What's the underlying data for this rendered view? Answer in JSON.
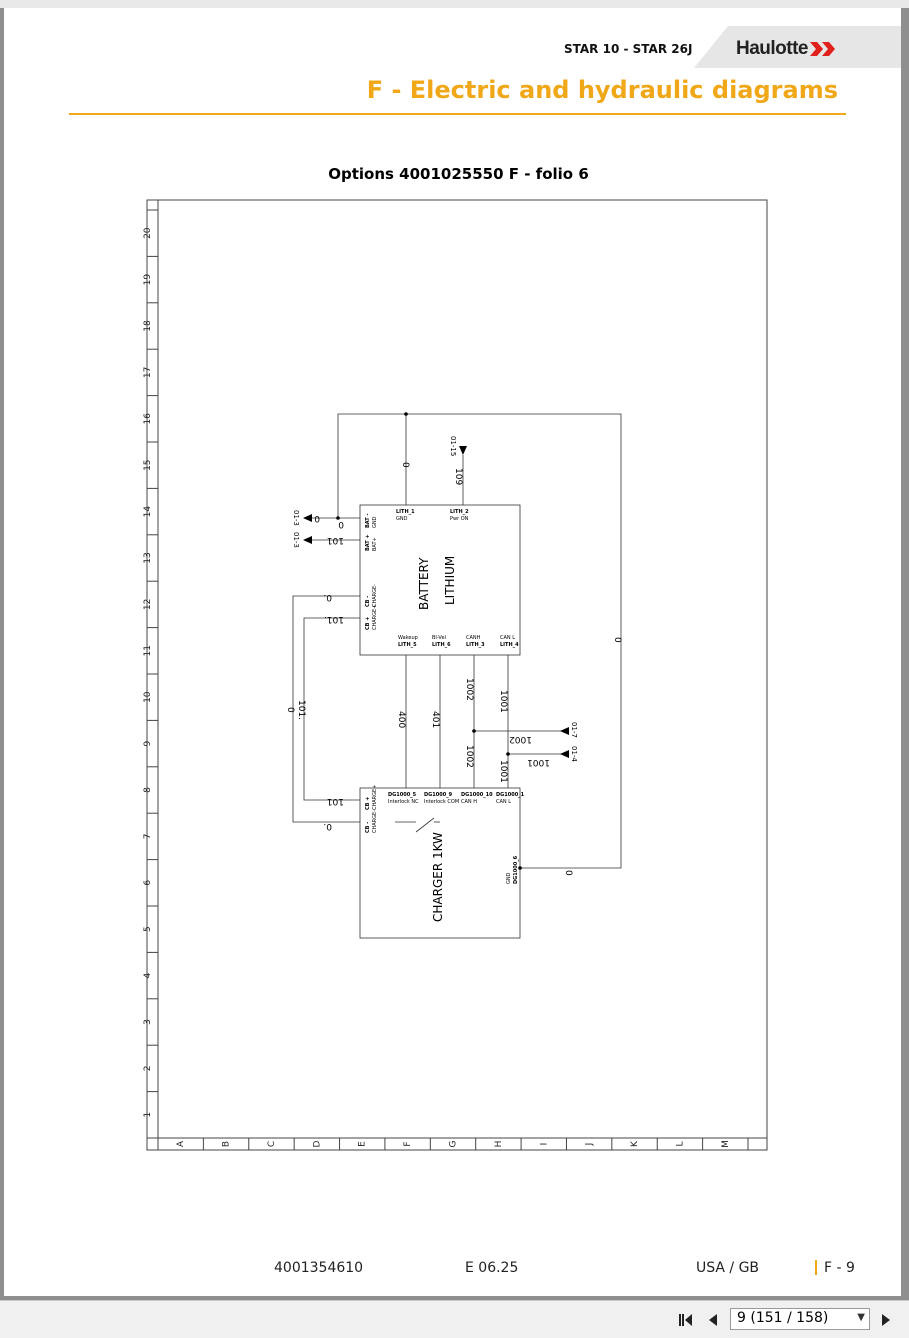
{
  "header": {
    "model": "STAR 10 - STAR 26J",
    "logo_text": "Haulotte",
    "section_title": "F - Electric and hydraulic diagrams"
  },
  "diagram_title": "Options 4001025550 F - folio 6",
  "diagram": {
    "rows": [
      "20",
      "19",
      "18",
      "17",
      "16",
      "15",
      "14",
      "13",
      "12",
      "11",
      "10",
      "9",
      "8",
      "7",
      "6",
      "5",
      "4",
      "3",
      "2",
      "1"
    ],
    "cols": [
      "A",
      "B",
      "C",
      "D",
      "E",
      "F",
      "G",
      "H",
      "I",
      "J",
      "K",
      "L",
      "M"
    ],
    "battery_label_1": "BATTERY",
    "battery_label_2": "LITHIUM",
    "charger_label": "CHARGER 1KW",
    "bat_pins": [
      {
        "id": "LITH_1",
        "sub": "GND"
      },
      {
        "id": "LITH_2",
        "sub": "Pwr ON"
      },
      {
        "id": "LITH_5",
        "sub": "Wakeup"
      },
      {
        "id": "LITH_6",
        "sub": "BI-Vel"
      },
      {
        "id": "LITH_3",
        "sub": "CANH"
      },
      {
        "id": "LITH_4",
        "sub": "CAN L"
      },
      {
        "id": "BAT -",
        "sub": "GND"
      },
      {
        "id": "BAT +",
        "sub": "BAT+"
      },
      {
        "id": "CB -",
        "sub": "CHARGE-"
      },
      {
        "id": "CB +",
        "sub": "CHARGE+"
      }
    ],
    "chg_pins": [
      {
        "id": "DG1000_5",
        "sub": "Interlock NC"
      },
      {
        "id": "DG1000_9",
        "sub": "Interlock COM"
      },
      {
        "id": "DG1000_10",
        "sub": "CAN H"
      },
      {
        "id": "DG1000_1",
        "sub": "CAN L"
      },
      {
        "id": "CB +",
        "sub": "CHARGE+"
      },
      {
        "id": "CB -",
        "sub": "CHARGE-"
      },
      {
        "id": "DG1000_6",
        "sub": "GND"
      }
    ],
    "wires": {
      "w0": "0",
      "w109": "109",
      "w101": "101",
      "w400": "400",
      "w401": "401",
      "w1002": "1002",
      "w1001": "1001",
      "w0dot": "0.",
      "w101dot": "101."
    },
    "refs": {
      "r0115": "01-15",
      "r013a": "01-3",
      "r013b": "01-3",
      "r017": "01-7",
      "r014": "01-4"
    }
  },
  "footer": {
    "doc_number": "4001354610",
    "edition": "E 06.25",
    "region": "USA / GB",
    "page": "F - 9"
  },
  "nav": {
    "page_select": "9 (151 / 158)"
  }
}
